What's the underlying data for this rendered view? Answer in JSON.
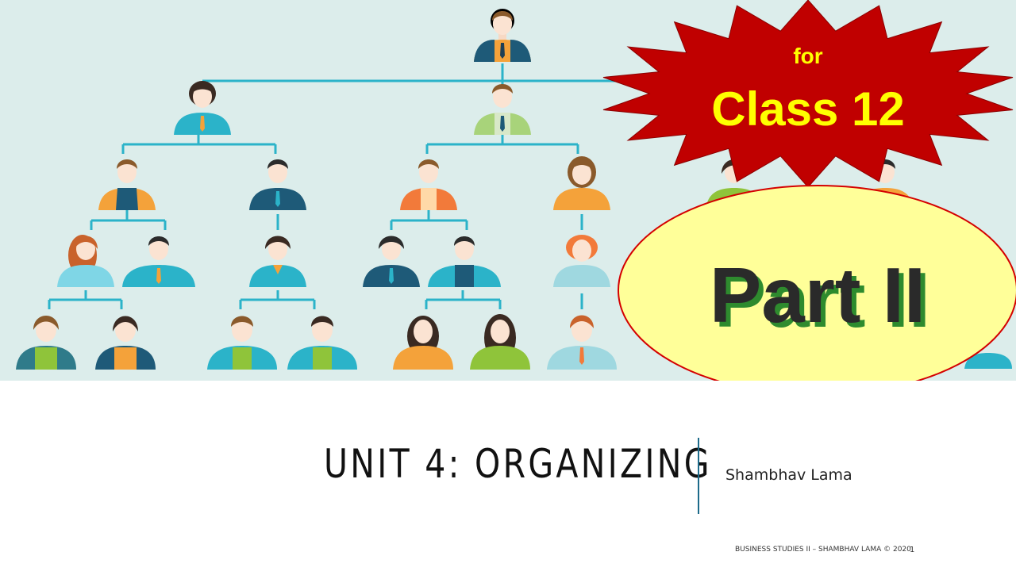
{
  "badge": {
    "line1": "for",
    "line2": "Class 12",
    "starFill": "#c00000",
    "textColor": "#ffff00"
  },
  "partLabel": {
    "text": "Part II",
    "fill": "#ffff99",
    "stroke": "#d40000"
  },
  "slide": {
    "title": "UNIT 4: ORGANIZING",
    "author": "Shambhav Lama",
    "footer": "BUSINESS STUDIES II – SHAMBHAV LAMA © 2020",
    "pageNumber": "1"
  },
  "colors": {
    "heroBackground": "#dcedeb",
    "connector": "#2bb3c9"
  }
}
